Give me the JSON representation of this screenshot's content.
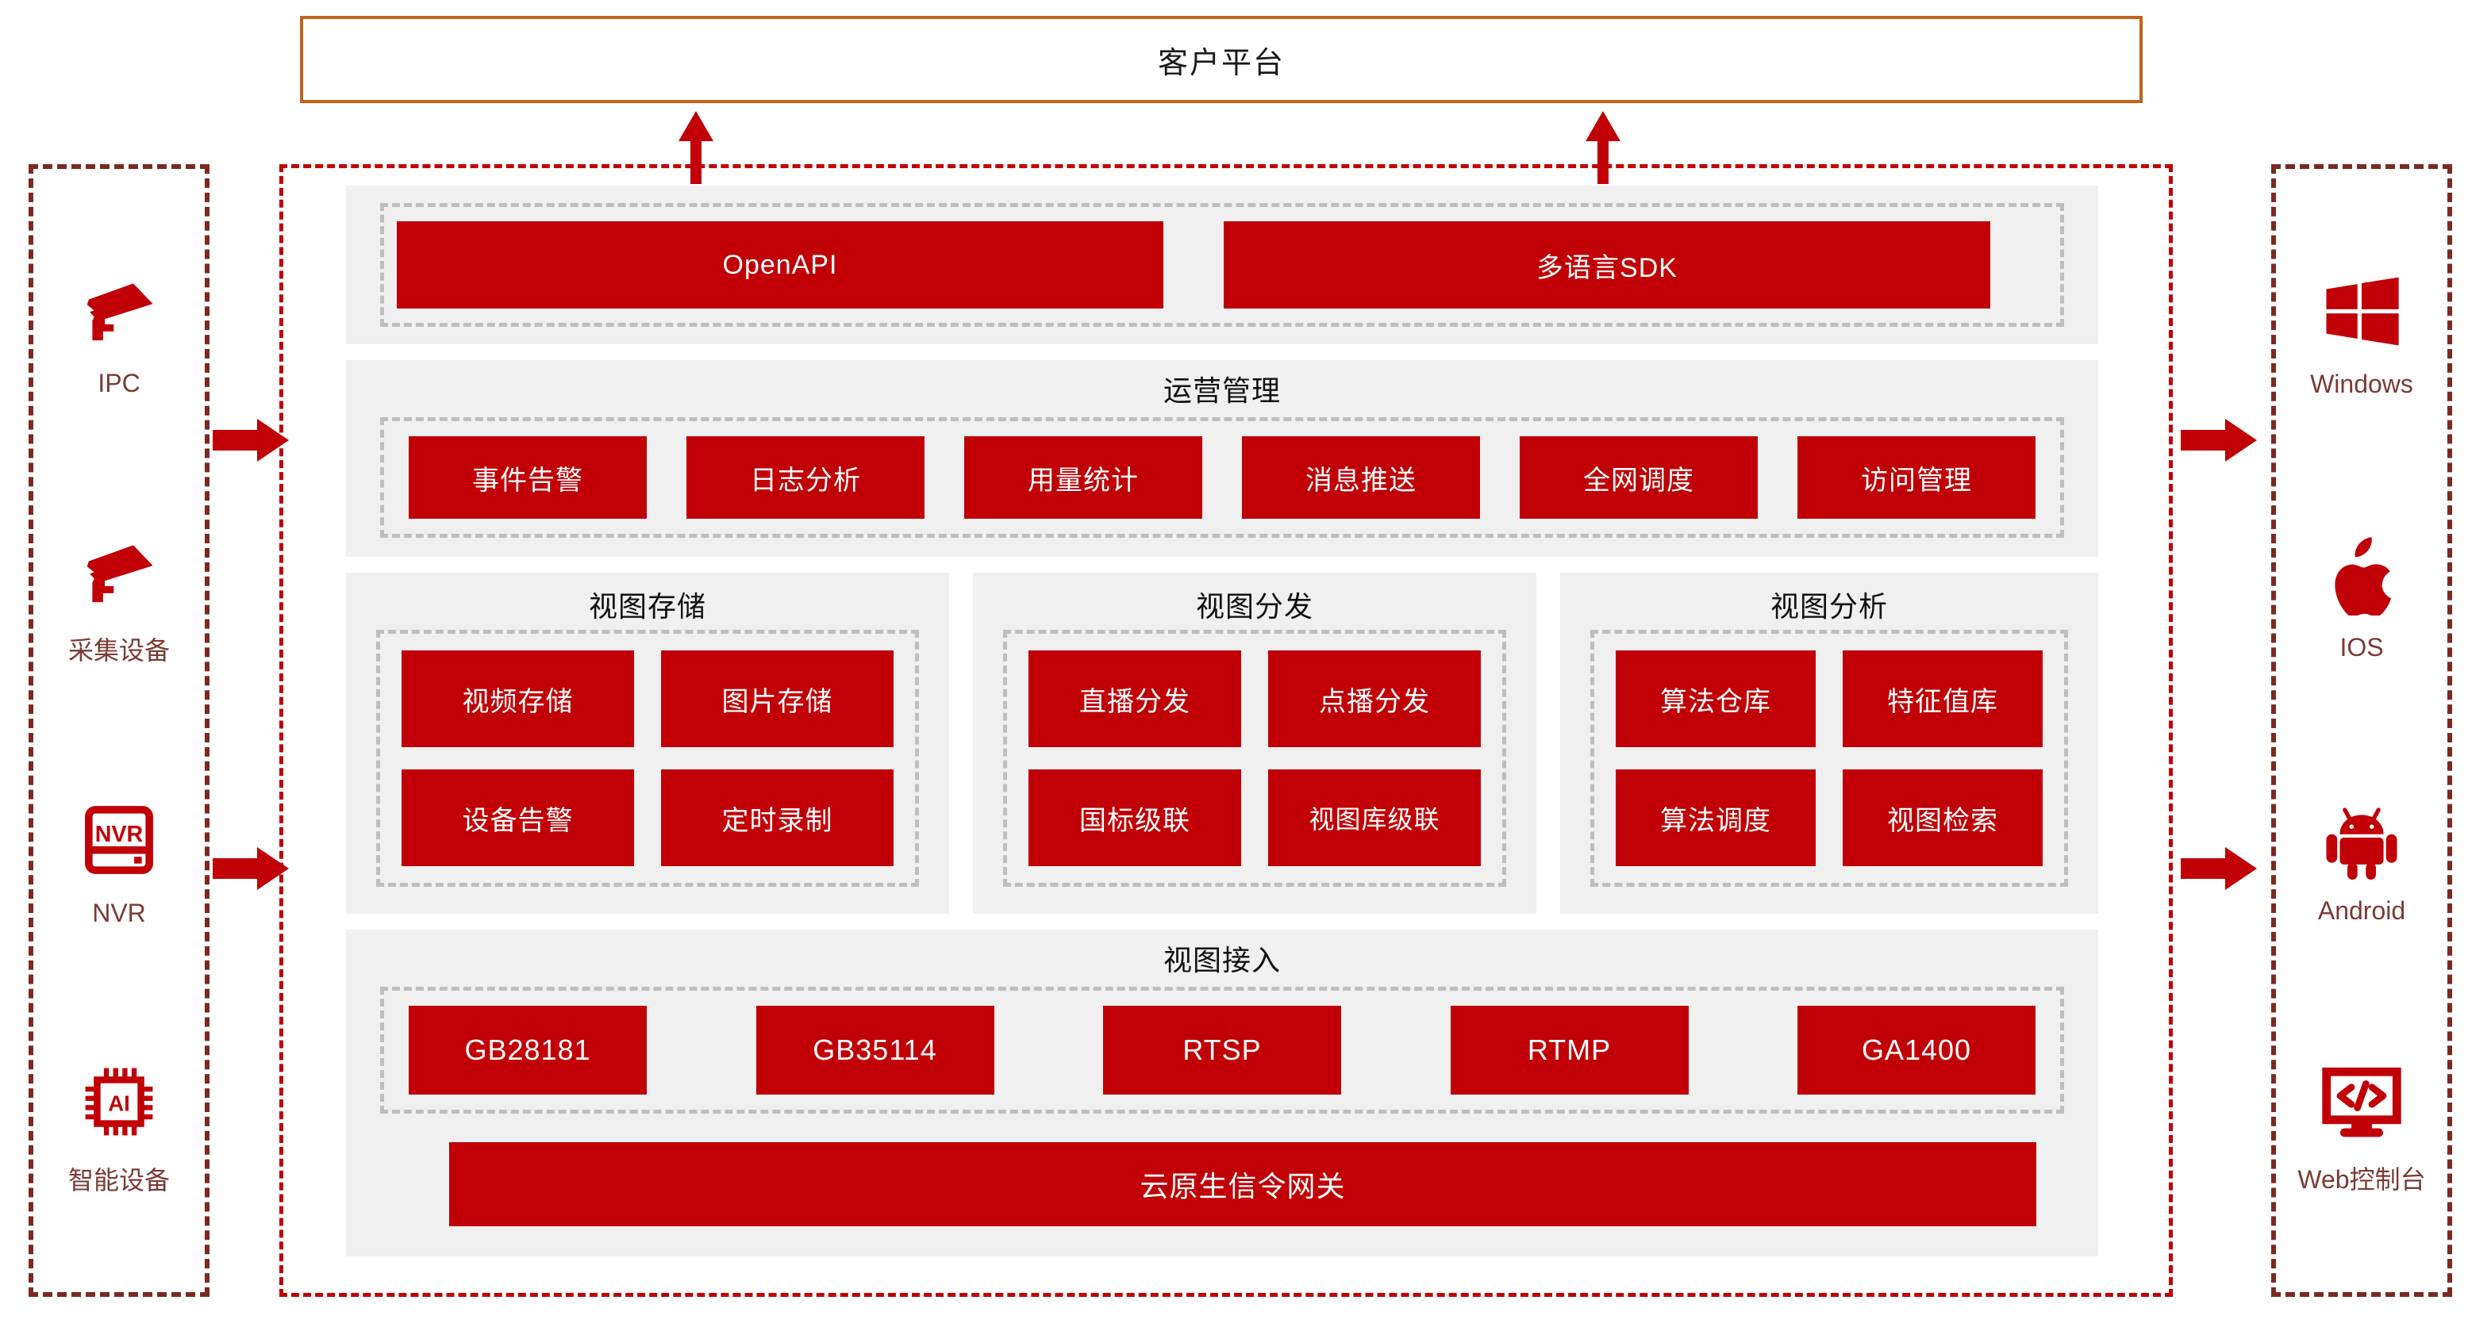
{
  "top": {
    "client_platform_label": "客户平台",
    "border_color": "#C2641C"
  },
  "colors": {
    "primary_red": "#C00006",
    "dark_red_dash": "#7B2A21",
    "panel_gray": "#F0F0F0",
    "inner_dash_gray": "#BEBEBE",
    "orange_border": "#C2641C",
    "side_label": "#7B3A33"
  },
  "left_devices": [
    {
      "icon": "ip-camera-icon",
      "label": "IPC"
    },
    {
      "icon": "capture-camera-icon",
      "label": "采集设备"
    },
    {
      "icon": "nvr-icon",
      "label": "NVR"
    },
    {
      "icon": "ai-chip-icon",
      "label": "智能设备"
    }
  ],
  "right_clients": [
    {
      "icon": "windows-icon",
      "label": "Windows"
    },
    {
      "icon": "apple-icon",
      "label": "IOS"
    },
    {
      "icon": "android-icon",
      "label": "Android"
    },
    {
      "icon": "web-console-icon",
      "label": "Web控制台"
    }
  ],
  "api_layer": {
    "chips": [
      "OpenAPI",
      "多语言SDK"
    ]
  },
  "operations": {
    "title": "运营管理",
    "chips": [
      "事件告警",
      "日志分析",
      "用量统计",
      "消息推送",
      "全网调度",
      "访问管理"
    ]
  },
  "subdomains": [
    {
      "title": "视图存储",
      "chips": [
        "视频存储",
        "图片存储",
        "设备告警",
        "定时录制"
      ]
    },
    {
      "title": "视图分发",
      "chips": [
        "直播分发",
        "点播分发",
        "国标级联",
        "视图库级联"
      ]
    },
    {
      "title": "视图分析",
      "chips": [
        "算法仓库",
        "特征值库",
        "算法调度",
        "视图检索"
      ]
    }
  ],
  "access": {
    "title": "视图接入",
    "chips": [
      "GB28181",
      "GB35114",
      "RTSP",
      "RTMP",
      "GA1400"
    ],
    "gateway": "云原生信令网关"
  }
}
